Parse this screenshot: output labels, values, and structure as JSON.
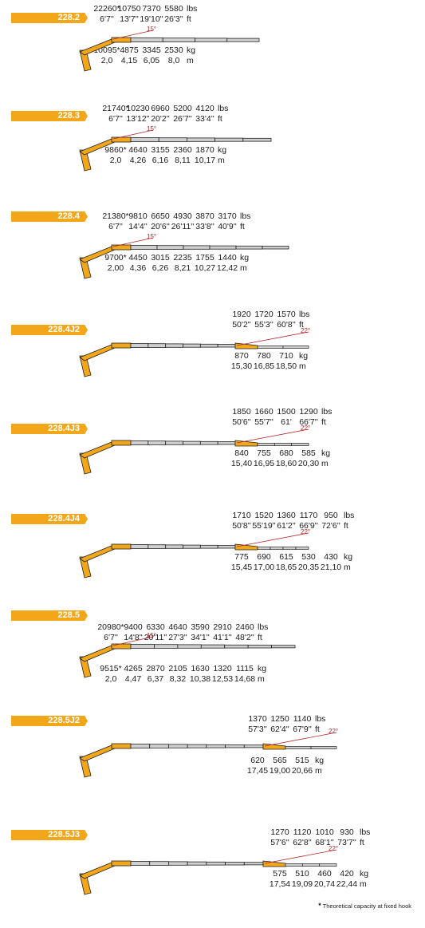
{
  "colors": {
    "accent": "#f2a71b",
    "angle_line": "#b2262b",
    "boom": "#c8c8c8",
    "text": "#1a1a1a"
  },
  "models": [
    {
      "id": "228.2",
      "angle": "15°",
      "lbs": [
        "22260*",
        "10750",
        "7370",
        "5580"
      ],
      "ft": [
        "6'7''",
        "13'7''",
        "19'10''",
        "26'3''"
      ],
      "kg": [
        "10095*",
        "4875",
        "3345",
        "2530"
      ],
      "m": [
        "2,0",
        "4,15",
        "6,05",
        "8,0"
      ],
      "segments": 4,
      "jib": 0
    },
    {
      "id": "228.3",
      "angle": "15°",
      "lbs": [
        "21740*",
        "10230",
        "6960",
        "5200",
        "4120"
      ],
      "ft": [
        "6'7''",
        "13'12''",
        "20'2''",
        "26'7''",
        "33'4''"
      ],
      "kg": [
        "9860*",
        "4640",
        "3155",
        "2360",
        "1870"
      ],
      "m": [
        "2,0",
        "4,26",
        "6,16",
        "8,11",
        "10,17"
      ],
      "segments": 5,
      "jib": 0
    },
    {
      "id": "228.4",
      "angle": "15°",
      "lbs": [
        "21380*",
        "9810",
        "6650",
        "4930",
        "3870",
        "3170"
      ],
      "ft": [
        "6'7''",
        "14'4''",
        "20'6''",
        "26'11''",
        "33'8''",
        "40'9''"
      ],
      "kg": [
        "9700*",
        "4450",
        "3015",
        "2235",
        "1755",
        "1440"
      ],
      "m": [
        "2,00",
        "4,36",
        "6,26",
        "8,21",
        "10,27",
        "12,42"
      ],
      "segments": 6,
      "jib": 0
    },
    {
      "id": "228.4J2",
      "angle": "22°",
      "lbs": [
        "1920",
        "1720",
        "1570"
      ],
      "ft": [
        "50'2''",
        "55'3''",
        "60'8''"
      ],
      "kg": [
        "870",
        "780",
        "710"
      ],
      "m": [
        "15,30",
        "16,85",
        "18,50"
      ],
      "segments": 6,
      "jib": 2
    },
    {
      "id": "228.4J3",
      "angle": "22°",
      "lbs": [
        "1850",
        "1660",
        "1500",
        "1290"
      ],
      "ft": [
        "50'6''",
        "55'7''",
        "61'",
        "66'7''"
      ],
      "kg": [
        "840",
        "755",
        "680",
        "585"
      ],
      "m": [
        "15,40",
        "16,95",
        "18,60",
        "20,30"
      ],
      "segments": 6,
      "jib": 3
    },
    {
      "id": "228.4J4",
      "angle": "22°",
      "lbs": [
        "1710",
        "1520",
        "1360",
        "1170",
        "950"
      ],
      "ft": [
        "50'8''",
        "55'19''",
        "61'2''",
        "66'9''",
        "72'6''"
      ],
      "kg": [
        "775",
        "690",
        "615",
        "530",
        "430"
      ],
      "m": [
        "15,45",
        "17,00",
        "18,65",
        "20,35",
        "21,10"
      ],
      "segments": 6,
      "jib": 4
    },
    {
      "id": "228.5",
      "angle": "15°",
      "lbs": [
        "20980*",
        "9400",
        "6330",
        "4640",
        "3590",
        "2910",
        "2460"
      ],
      "ft": [
        "6'7''",
        "14'8''",
        "20'11''",
        "27'3''",
        "34'1''",
        "41'1''",
        "48'2''"
      ],
      "kg": [
        "9515*",
        "4265",
        "2870",
        "2105",
        "1630",
        "1320",
        "1115"
      ],
      "m": [
        "2,0",
        "4,47",
        "6,37",
        "8,32",
        "10,38",
        "12,53",
        "14,68"
      ],
      "segments": 7,
      "jib": 0
    },
    {
      "id": "228.5J2",
      "angle": "22°",
      "lbs": [
        "1370",
        "1250",
        "1140"
      ],
      "ft": [
        "57'3''",
        "62'4''",
        "67'9''"
      ],
      "kg": [
        "620",
        "565",
        "515"
      ],
      "m": [
        "17,45",
        "19,00",
        "20,66"
      ],
      "segments": 7,
      "jib": 2
    },
    {
      "id": "228.5J3",
      "angle": "22°",
      "lbs": [
        "1270",
        "1120",
        "1010",
        "930"
      ],
      "ft": [
        "57'6''",
        "62'8''",
        "68'1''",
        "73'7''"
      ],
      "kg": [
        "575",
        "510",
        "460",
        "420"
      ],
      "m": [
        "17,54",
        "19,09",
        "20,74",
        "22,44"
      ],
      "segments": 7,
      "jib": 3
    }
  ],
  "units": {
    "lbs": "lbs",
    "ft": "ft",
    "kg": "kg",
    "m": "m"
  },
  "footnote": {
    "mark": "*",
    "text": " Theoretical capacity at fixed hook"
  }
}
